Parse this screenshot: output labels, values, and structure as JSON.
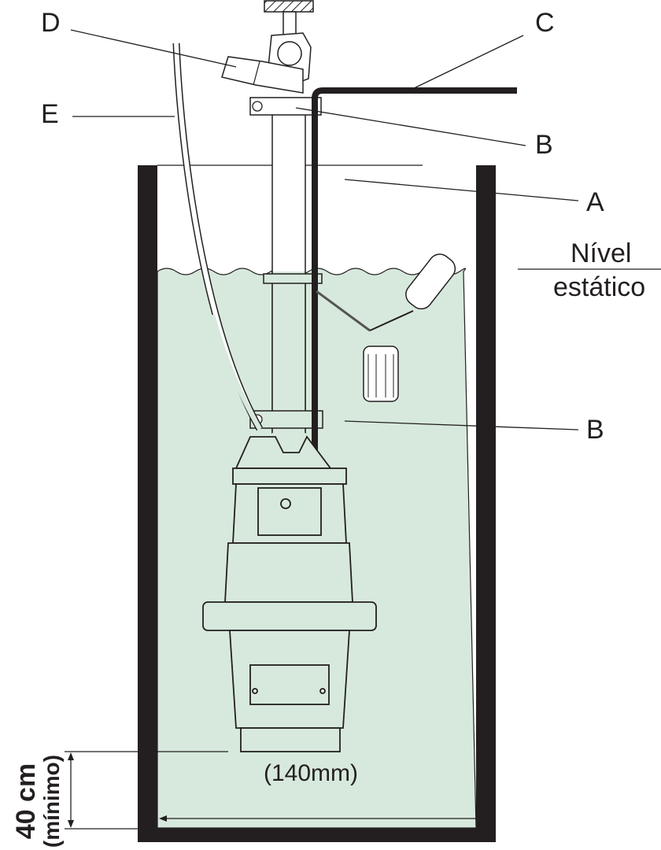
{
  "labels": {
    "D": "D",
    "C": "C",
    "E": "E",
    "B_top": "B",
    "A": "A",
    "static_level_line1": "Nível",
    "static_level_line2": "estático",
    "B_bottom": "B",
    "pump_width": "(140mm)",
    "min_depth_value": "40 cm",
    "min_depth_note": "(mínimo)"
  },
  "colors": {
    "water": "#d7e9dc",
    "wall": "#231f20"
  }
}
